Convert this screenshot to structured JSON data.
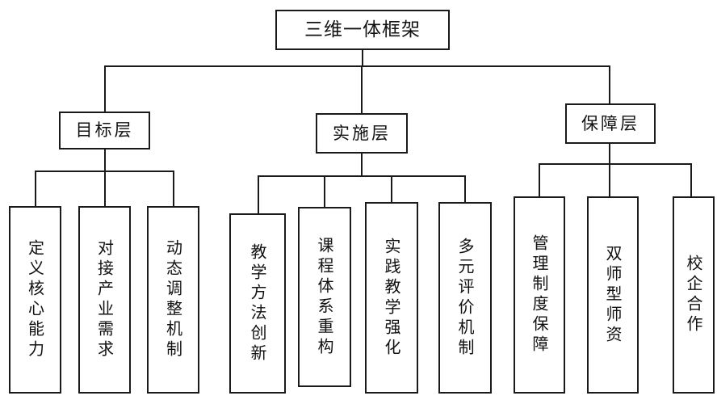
{
  "diagram": {
    "type": "organization-tree",
    "title": "三维一体框架",
    "root": {
      "label": "三维一体框架"
    },
    "levels": [
      {
        "name": "level-2",
        "nodes": [
          {
            "id": "goal",
            "label": "目标层"
          },
          {
            "id": "implement",
            "label": "实施层"
          },
          {
            "id": "support",
            "label": "保障层"
          }
        ]
      },
      {
        "name": "level-3",
        "groups": [
          {
            "parent": "目标层",
            "nodes": [
              {
                "label": "定义核心能力"
              },
              {
                "label": "对接产业需求"
              },
              {
                "label": "动态调整机制"
              }
            ]
          },
          {
            "parent": "实施层",
            "nodes": [
              {
                "label": "教学方法创新"
              },
              {
                "label": "课程体系重构"
              },
              {
                "label": "实践教学强化"
              },
              {
                "label": "多元评价机制"
              }
            ]
          },
          {
            "parent": "保障层",
            "nodes": [
              {
                "label": "管理制度保障"
              },
              {
                "label": "双师型师资"
              },
              {
                "label": "校企合作"
              }
            ]
          }
        ]
      }
    ],
    "colors": {
      "background": "#ffffff",
      "border": "#1a1a1a",
      "text": "#111111",
      "connector": "#1a1a1a"
    }
  }
}
